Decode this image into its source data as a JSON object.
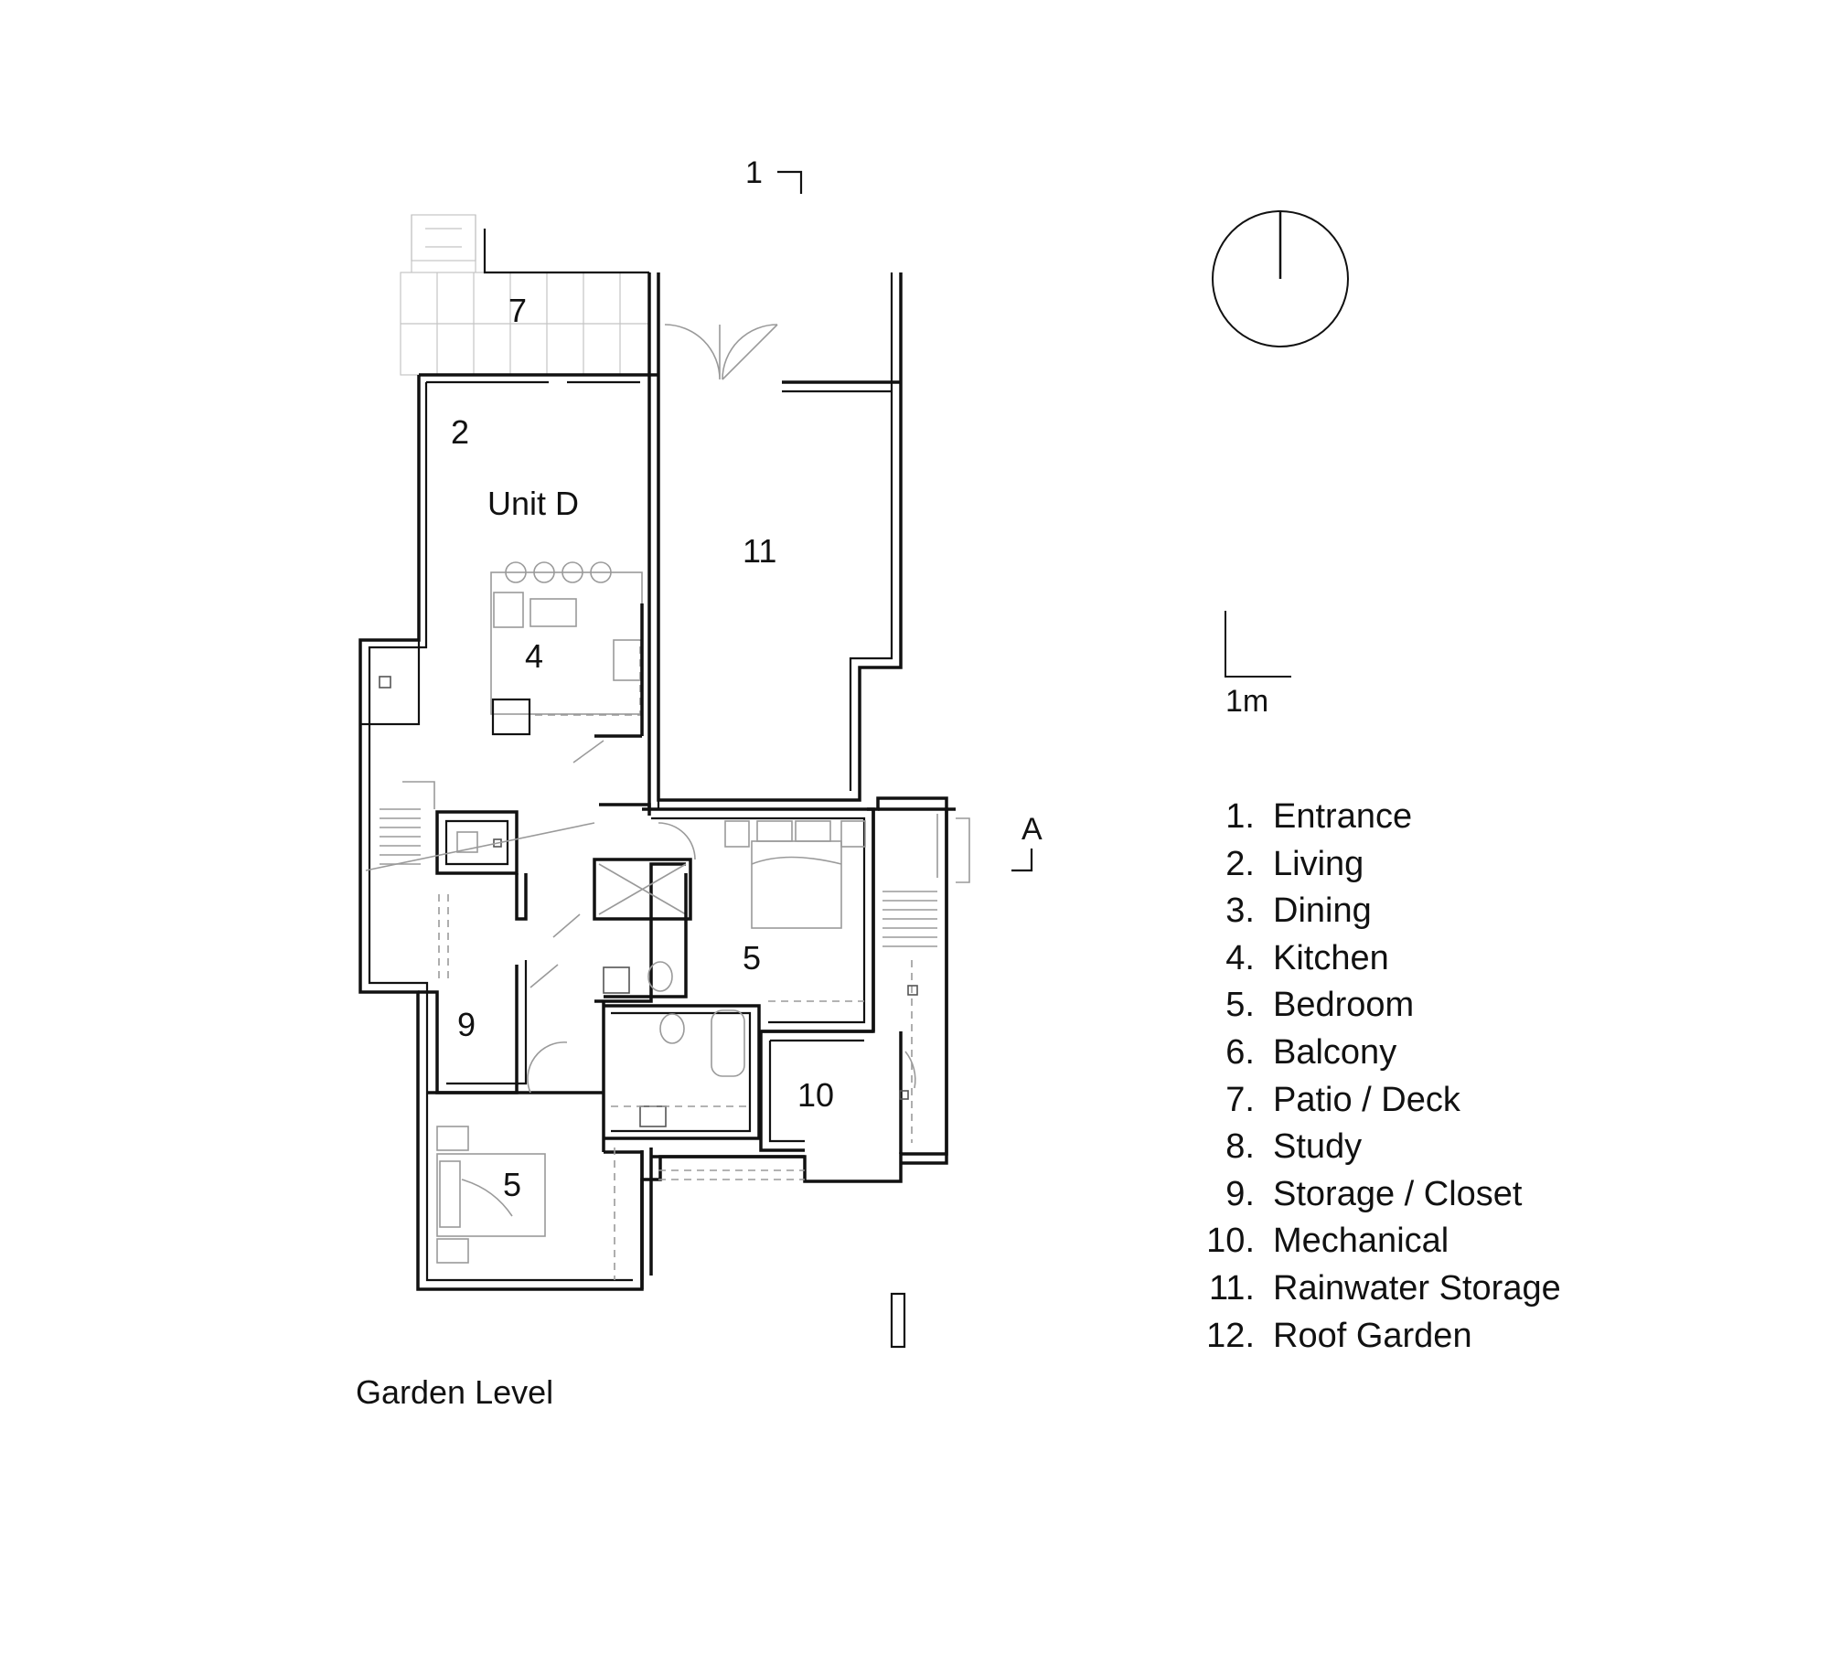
{
  "plan": {
    "caption": "Garden Level",
    "unit_label": "Unit D",
    "scale_label": "1m",
    "section_markers": {
      "section_1": "1",
      "section_a": "A"
    },
    "room_numbers": {
      "patio": "7",
      "living": "2",
      "kitchen": "4",
      "rainwater": "11",
      "bedroom_main": "5",
      "storage": "9",
      "mechanical": "10",
      "bedroom_lower": "5"
    }
  },
  "legend": {
    "items": [
      {
        "num": "1.",
        "label": "Entrance"
      },
      {
        "num": "2.",
        "label": "Living"
      },
      {
        "num": "3.",
        "label": "Dining"
      },
      {
        "num": "4.",
        "label": "Kitchen"
      },
      {
        "num": "5.",
        "label": "Bedroom"
      },
      {
        "num": "6.",
        "label": "Balcony"
      },
      {
        "num": "7.",
        "label": "Patio / Deck"
      },
      {
        "num": "8.",
        "label": "Study"
      },
      {
        "num": "9.",
        "label": "Storage / Closet"
      },
      {
        "num": "10.",
        "label": "Mechanical"
      },
      {
        "num": "11.",
        "label": "Rainwater Storage"
      },
      {
        "num": "12.",
        "label": "Roof Garden"
      }
    ]
  },
  "icons": {
    "north_arrow": "north-arrow-icon",
    "scale_bar": "scale-bar-icon"
  }
}
